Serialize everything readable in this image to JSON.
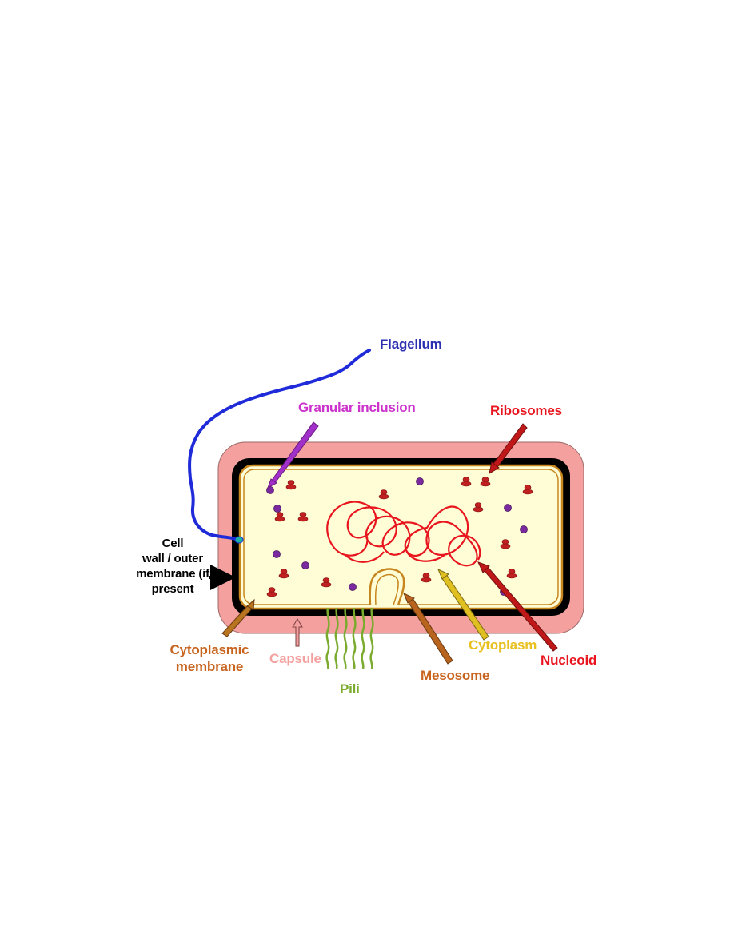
{
  "labels": {
    "flagellum": "Flagellum",
    "granular_inclusion": "Granular inclusion",
    "ribosomes": "Ribosomes",
    "cell_wall_line1": "Cell",
    "cell_wall_line2": "wall / outer",
    "cell_wall_line3": "membrane (if",
    "cell_wall_line4": "present",
    "cytoplasmic_membrane_line1": "Cytoplasmic",
    "cytoplasmic_membrane_line2": "membrane",
    "capsule": "Capsule",
    "pili": "Pili",
    "mesosome": "Mesosome",
    "cytoplasm": "Cytoplasm",
    "nucleoid": "Nucleoid"
  },
  "colors": {
    "capsule": "#F4A09E",
    "cell_wall": "#000000",
    "cytoplasm": "#FFFDD6",
    "membrane": "#C8861E",
    "flagellum": "#1F2BD8",
    "flagellum_label": "#2B2FB0",
    "granular_inclusion": "#CC33CC",
    "granule": "#7A2A9E",
    "ribosome": "#C02020",
    "nucleoid": "#E8141E",
    "capsule_label": "#F4A09E",
    "pili": "#7AAA2E",
    "mesosome_label": "#C8641E",
    "cytoplasm_label": "#E8C020",
    "cytoplasmic_membrane_label": "#C8641E"
  }
}
